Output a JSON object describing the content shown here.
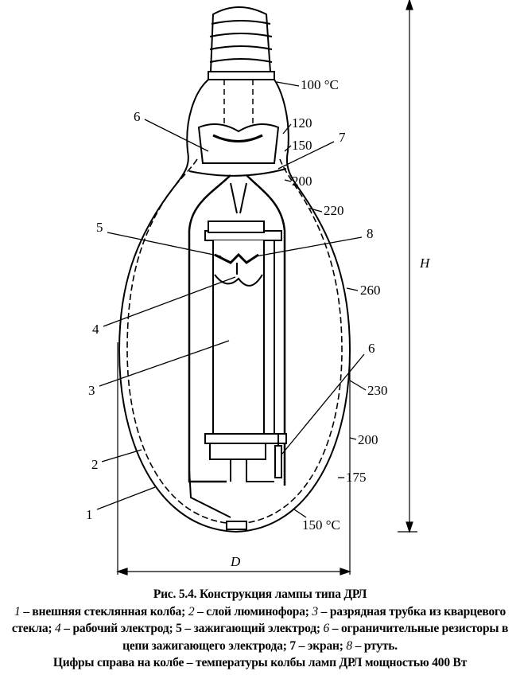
{
  "figure": {
    "temperature_labels": {
      "t100": "100 °C",
      "t120": "120",
      "t150": "150",
      "t200a": "200",
      "t220": "220",
      "t260": "260",
      "t230": "230",
      "t200b": "200",
      "t175": "175",
      "t150b": "150 °C"
    },
    "part_labels": {
      "p6a": "6",
      "p7": "7",
      "p5": "5",
      "p8": "8",
      "p4": "4",
      "p3": "3",
      "p6b": "6",
      "p2": "2",
      "p1": "1"
    },
    "dimensions": {
      "height": "H",
      "diameter": "D"
    }
  },
  "caption": {
    "title": "Рис. 5.4. Конструкция лампы типа ДРЛ",
    "items": [
      {
        "num": "1",
        "text": " – внешняя стеклянная колба; "
      },
      {
        "num": "2",
        "text": " – слой люминофора; "
      },
      {
        "num": "3",
        "text": " – разрядная трубка из кварцевого стекла; "
      },
      {
        "num": "4",
        "text": " – рабочий электрод; 5 – зажигающий электрод; "
      },
      {
        "num": "6",
        "text": " – ограничительные резисторы в цепи зажигающего электрода; 7 – экран; "
      },
      {
        "num": "8",
        "text": " – ртуть."
      }
    ],
    "note": "Цифры справа на колбе – температуры колбы ламп ДРЛ мощностью 400 Вт"
  }
}
